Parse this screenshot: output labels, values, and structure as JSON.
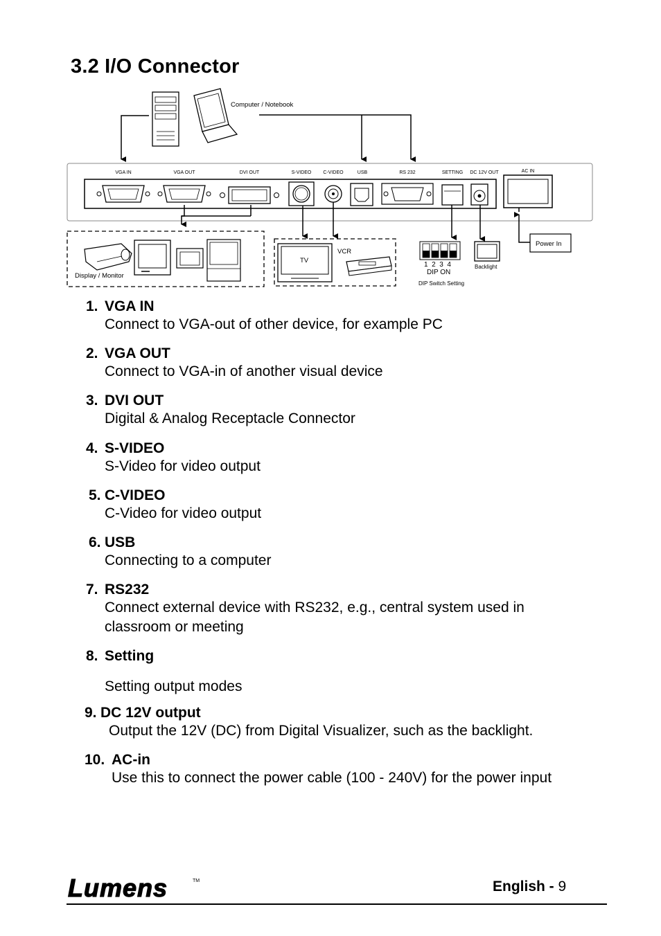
{
  "section_title": "3.2  I/O Connector",
  "diagram": {
    "computer_label": "Computer / Notebook",
    "port_labels": [
      "VGA IN",
      "VGA OUT",
      "DVI OUT",
      "S-VIDEO",
      "C-VIDEO",
      "USB",
      "RS 232",
      "SETTING",
      "DC 12V OUT",
      "AC IN"
    ],
    "display_label": "Display / Monitor",
    "tv_label": "TV",
    "vcr_label": "VCR",
    "dip_numbers": "1  2  3  4",
    "dip_on": "DIP ON",
    "dip_caption": "DIP Switch Setting",
    "backlight_label": "Backlight",
    "power_label": "Power In"
  },
  "items": [
    {
      "num": "1.",
      "title": "VGA IN",
      "desc": [
        "Connect to VGA-out of other device, for example PC"
      ]
    },
    {
      "num": "2.",
      "title": "VGA OUT",
      "desc": [
        "Connect to VGA-in of another visual device"
      ]
    },
    {
      "num": "3.",
      "title": "DVI OUT",
      "desc": [
        "Digital & Analog Receptacle Connector"
      ]
    },
    {
      "num": "4.",
      "title": "S-VIDEO",
      "desc": [
        "S-Video for video output"
      ]
    },
    {
      "num": "5.",
      "title": "C-VIDEO",
      "desc": [
        "C-Video for video output"
      ]
    },
    {
      "num": "6.",
      "title": "USB",
      "desc": [
        "Connecting to a computer"
      ]
    },
    {
      "num": "7.",
      "title": "RS232",
      "desc": [
        "Connect external device with RS232, e.g., central system used in",
        "classroom or meeting"
      ]
    },
    {
      "num": "8.",
      "title": "Setting",
      "desc": [
        "Setting output modes"
      ]
    },
    {
      "num": "9.",
      "title": "DC 12V output",
      "desc": [
        "Output the 12V (DC) from Digital Visualizer, such as the backlight."
      ]
    },
    {
      "num": "10.",
      "title": "AC-in",
      "desc": [
        "Use this to connect the power cable (100 - 240V) for the power input"
      ]
    }
  ],
  "footer": {
    "brand": "Lumens",
    "trademark": "TM",
    "page_label": "English - ",
    "page_number": "9"
  }
}
